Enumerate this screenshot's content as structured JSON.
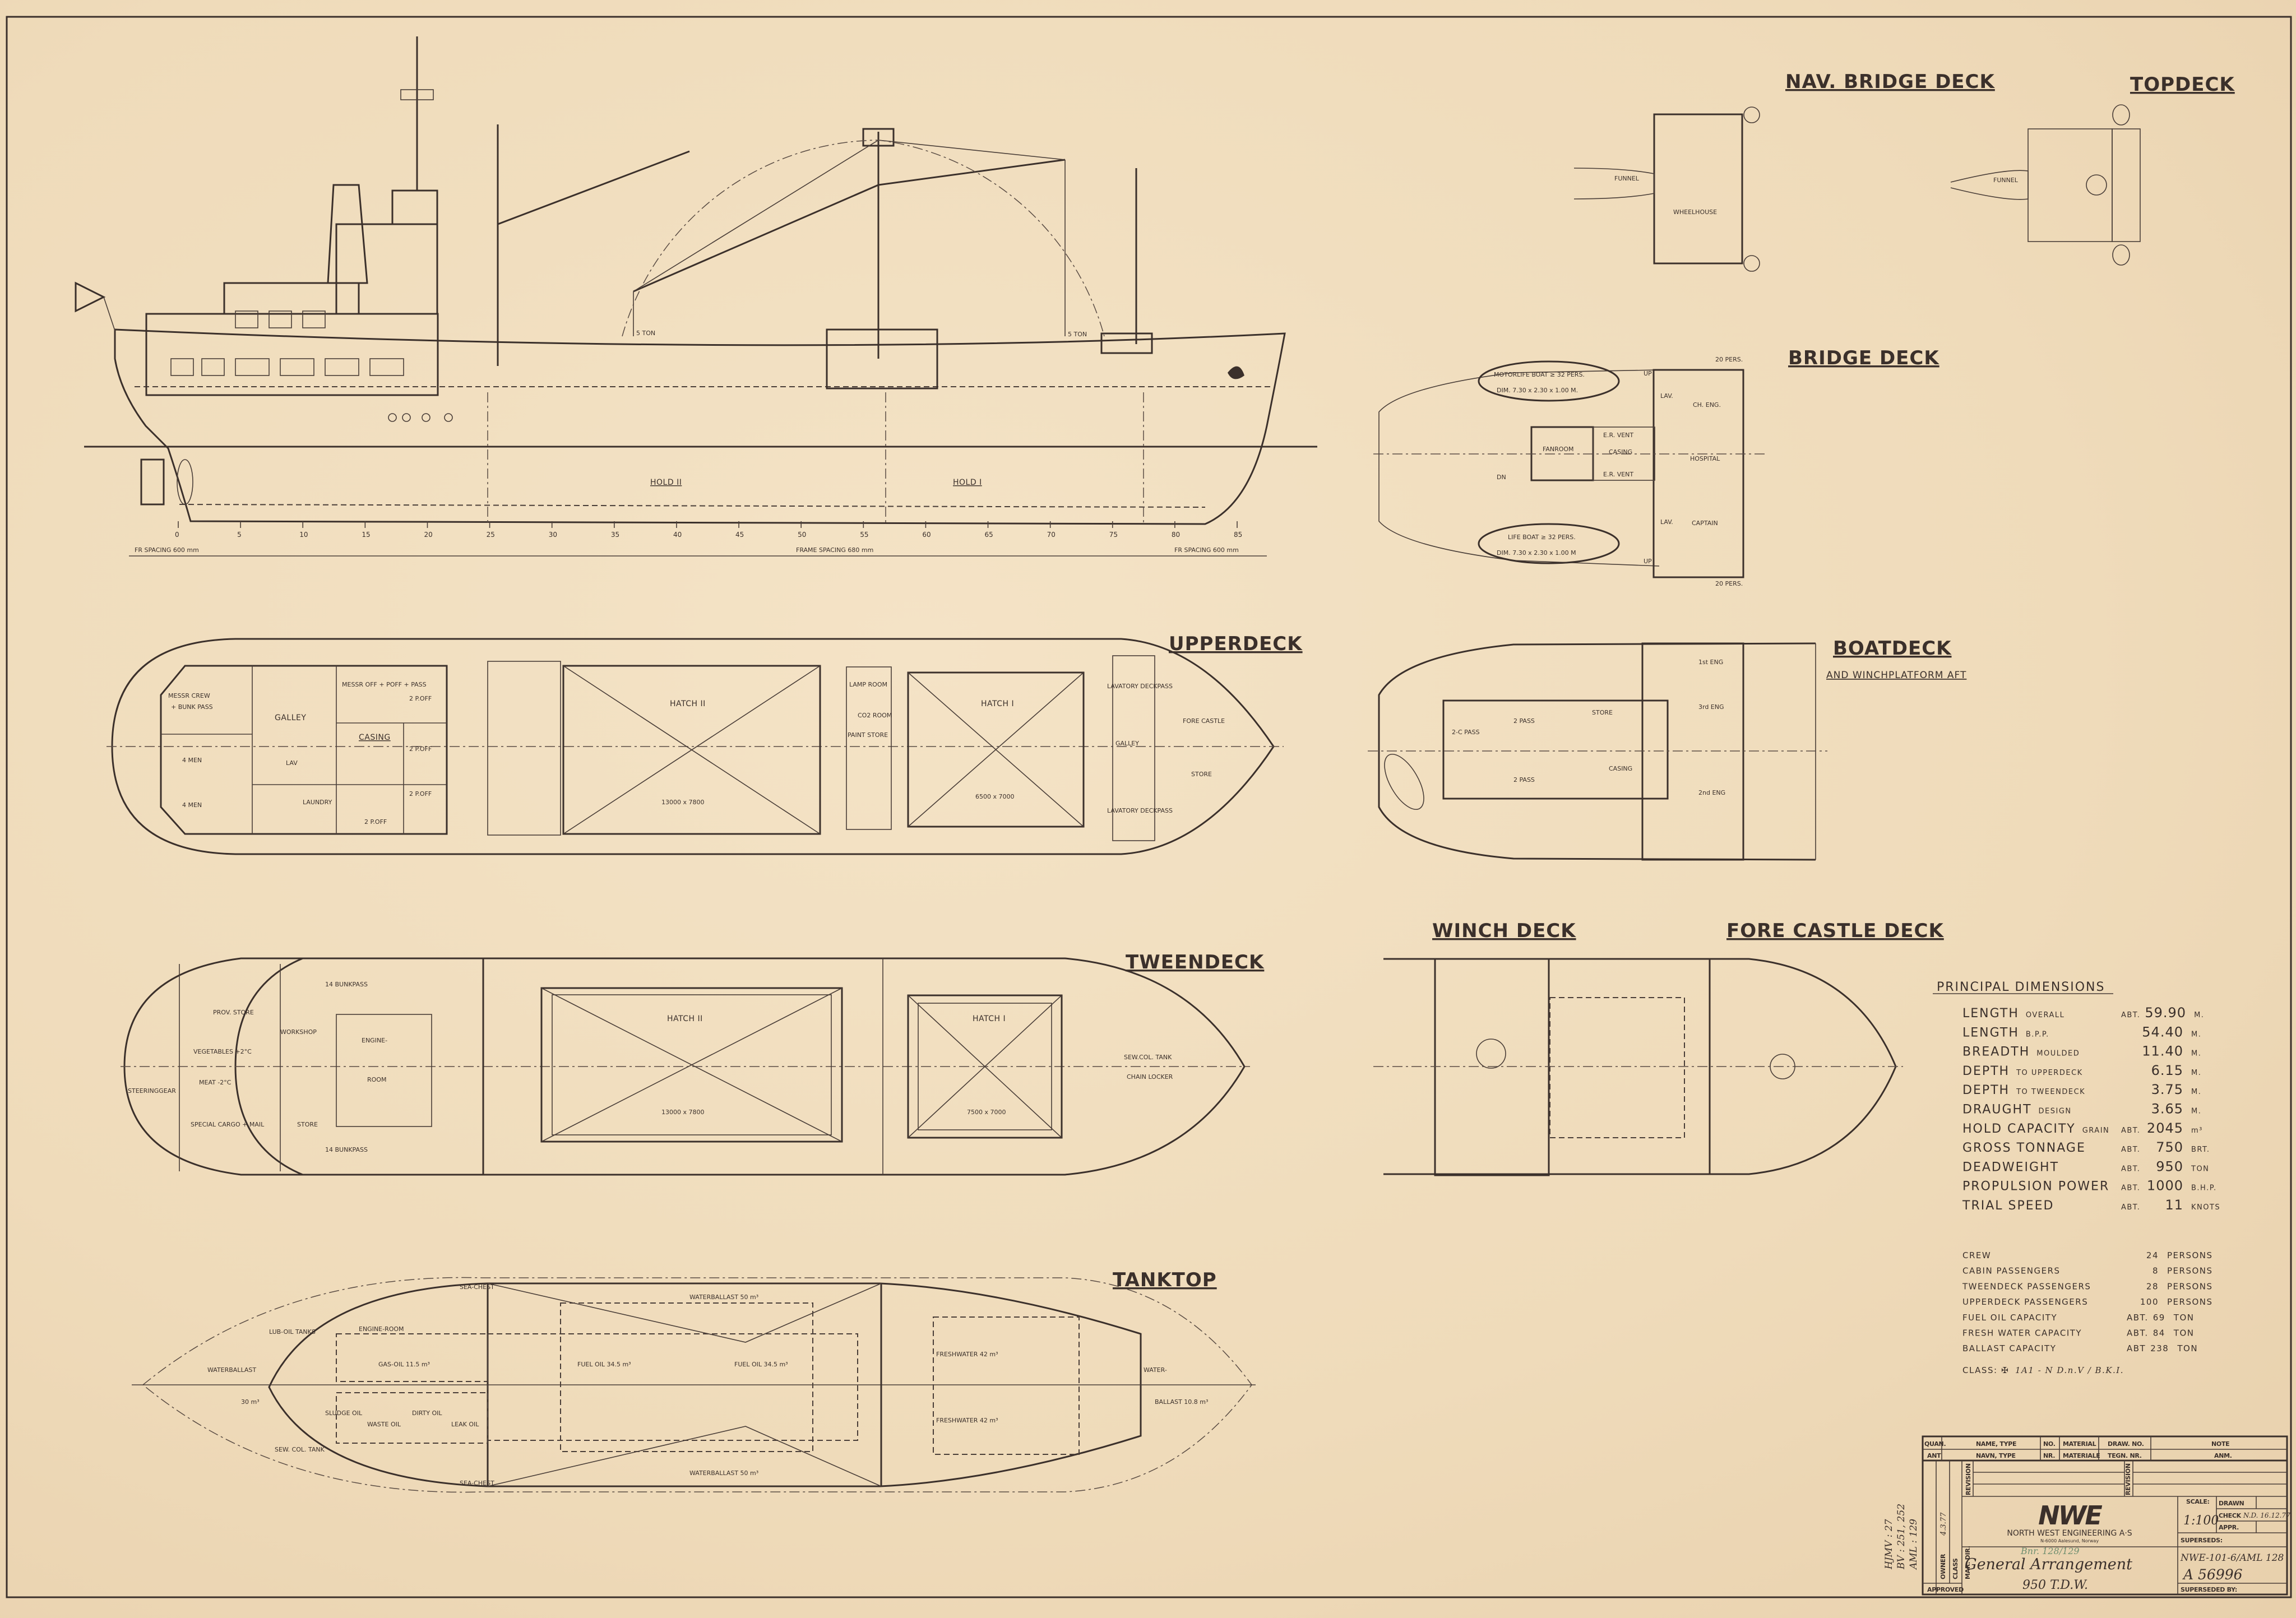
{
  "headings": {
    "nav_bridge_deck": "NAV. BRIDGE DECK",
    "topdeck": "TOPDECK",
    "bridge_deck": "BRIDGE DECK",
    "upperdeck": "UPPERDECK",
    "boatdeck": "BOATDECK",
    "boatdeck_sub": "AND WINCHPLATFORM AFT",
    "tweendeck": "TWEENDECK",
    "winch_deck": "WINCH DECK",
    "fore_castle_deck": "FORE CASTLE DECK",
    "tanktop": "TANKTOP"
  },
  "profile": {
    "hold_2": "HOLD II",
    "hold_1": "HOLD I",
    "frame_numbers": [
      "0",
      "5",
      "10",
      "15",
      "20",
      "25",
      "30",
      "35",
      "40",
      "45",
      "50",
      "55",
      "60",
      "65",
      "70",
      "75",
      "80",
      "85"
    ],
    "fr_spacing_aft": "FR SPACING 600 mm",
    "frame_spacing": "FRAME SPACING 680 mm",
    "fr_spacing_fwd": "FR SPACING 600 mm",
    "derrick_aft": "5 TON",
    "derrick_fwd": "5 TON"
  },
  "upperdeck": {
    "messr_crew": "MESSR CREW",
    "bunk_pass": "+ BUNK PASS",
    "galley": "GALLEY",
    "messr_off": "MESSR OFF + POFF + PASS",
    "casing": "CASING",
    "four_men_1": "4 MEN",
    "four_men_2": "4 MEN",
    "laundry": "LAUNDRY",
    "lav": "LAV",
    "two_p_off_1": "2 P.OFF",
    "two_p_off_2": "2 P.OFF",
    "two_p_off_3": "2 P.OFF",
    "two_p_off_4": "2 P.OFF",
    "hatch_2": "HATCH II",
    "hatch_2_dim": "13000 x 7800",
    "lamp_room": "LAMP ROOM",
    "co2_room": "CO2 ROOM",
    "paint_store": "PAINT STORE",
    "hatch_1": "HATCH I",
    "hatch_1_dim": "6500 x 7000",
    "lavatory_1": "LAVATORY DECKPASS",
    "lavatory_2": "LAVATORY DECKPASS",
    "galley_fwd": "GALLEY",
    "fore_castle": "FORE CASTLE",
    "store": "STORE"
  },
  "tweendeck": {
    "bunkpass_1": "14 BUNKPASS",
    "bunkpass_2": "14 BUNKPASS",
    "engine": "ENGINE-",
    "room": "ROOM",
    "workshop": "WORKSHOP",
    "prov_store": "PROV. STORE",
    "vegetables": "VEGETABLES +2°C",
    "meat": "MEAT -2°C",
    "steeringgear": "STEERINGGEAR",
    "special_cargo": "SPECIAL CARGO + MAIL",
    "store": "STORE",
    "hatch_2": "HATCH II",
    "hatch_2_dim": "13000 x 7800",
    "hatch_1": "HATCH I",
    "hatch_1_dim": "7500 x 7000",
    "sew_col_tank": "SEW.COL. TANK",
    "chain_locker": "CHAIN LOCKER"
  },
  "tanktop": {
    "waterballast_top": "WATERBALLAST 50 m³",
    "waterballast_bottom": "WATERBALLAST 50 m³",
    "waterballast_aft": "WATERBALLAST",
    "waterballast_aft_vol": "30 m³",
    "lub_oil": "LUB-OIL TANKS",
    "engine_room": "ENGINE-ROOM",
    "gas_oil": "GAS-OIL 11.5 m³",
    "fuel_oil_1": "FUEL OIL 34.5 m³",
    "fuel_oil_2": "FUEL OIL 34.5 m³",
    "freshwater_1": "FRESHWATER 42 m³",
    "freshwater_2": "FRESHWATER 42 m³",
    "water_fwd": "WATER-",
    "ballast_fwd": "BALLAST 10.8 m³",
    "sludge_oil": "SLUDGE OIL",
    "waste_oil": "WASTE OIL",
    "dirty_oil": "DIRTY OIL",
    "leak_oil": "LEAK OIL",
    "sew_col_tank": "SEW. COL. TANK",
    "sea_chest_1": "SEA-CHEST",
    "sea_chest_2": "SEA-CHEST"
  },
  "bridge_deck": {
    "motorlife_boat": "MOTORLIFE BOAT ≥ 32 PERS.",
    "motorlife_dim": "DIM. 7.30 x 2.30 x 1.00 M.",
    "life_boat": "LIFE BOAT ≥ 32 PERS.",
    "life_dim": "DIM. 7.30 x 2.30 x 1.00 M",
    "fanroom": "FANROOM",
    "casing": "CASING",
    "er_vent_1": "E.R. VENT",
    "er_vent_2": "E.R. VENT",
    "ch_eng": "CH. ENG.",
    "hospital": "HOSPITAL",
    "captain": "CAPTAIN",
    "lav_1": "LAV.",
    "lav_2": "LAV.",
    "up_1": "UP",
    "up_2": "UP",
    "dn": "DN",
    "raft_1": "20 PERS.",
    "raft_2": "20 PERS."
  },
  "boatdeck": {
    "two_c_pass": "2-C PASS",
    "two_pass_1": "2 PASS",
    "two_pass_2": "2 PASS",
    "store": "STORE",
    "casing": "CASING",
    "first_eng": "1st ENG",
    "third_eng": "3rd ENG",
    "second_eng": "2nd ENG"
  },
  "nav_bridge": {
    "wheelhouse": "WHEELHOUSE",
    "funnel": "FUNNEL"
  },
  "topdeck": {
    "funnel": "FUNNEL"
  },
  "principal_dimensions": {
    "title": "PRINCIPAL DIMENSIONS",
    "rows": [
      {
        "label": "LENGTH",
        "sub": "OVERALL",
        "abt": "ABT.",
        "value": "59.90",
        "unit": "M."
      },
      {
        "label": "LENGTH",
        "sub": "B.P.P.",
        "abt": "",
        "value": "54.40",
        "unit": "M."
      },
      {
        "label": "BREADTH",
        "sub": "MOULDED",
        "abt": "",
        "value": "11.40",
        "unit": "M."
      },
      {
        "label": "DEPTH",
        "sub": "TO UPPERDECK",
        "abt": "",
        "value": "6.15",
        "unit": "M."
      },
      {
        "label": "DEPTH",
        "sub": "TO TWEENDECK",
        "abt": "",
        "value": "3.75",
        "unit": "M."
      },
      {
        "label": "DRAUGHT",
        "sub": "DESIGN",
        "abt": "",
        "value": "3.65",
        "unit": "M."
      },
      {
        "label": "HOLD CAPACITY",
        "sub": "GRAIN",
        "abt": "ABT.",
        "value": "2045",
        "unit": "m³"
      },
      {
        "label": "GROSS TONNAGE",
        "sub": "",
        "abt": "ABT.",
        "value": "750",
        "unit": "BRT."
      },
      {
        "label": "DEADWEIGHT",
        "sub": "",
        "abt": "ABT.",
        "value": "950",
        "unit": "TON"
      },
      {
        "label": "PROPULSION POWER",
        "sub": "",
        "abt": "ABT.",
        "value": "1000",
        "unit": "B.H.P."
      },
      {
        "label": "TRIAL SPEED",
        "sub": "",
        "abt": "ABT.",
        "value": "11",
        "unit": "KNOTS"
      }
    ],
    "capacities": [
      {
        "label": "CREW",
        "abt": "",
        "value": "24",
        "unit": "PERSONS"
      },
      {
        "label": "CABIN PASSENGERS",
        "abt": "",
        "value": "8",
        "unit": "PERSONS"
      },
      {
        "label": "TWEENDECK PASSENGERS",
        "abt": "",
        "value": "28",
        "unit": "PERSONS"
      },
      {
        "label": "UPPERDECK PASSENGERS",
        "abt": "",
        "value": "100",
        "unit": "PERSONS"
      },
      {
        "label": "FUEL OIL CAPACITY",
        "abt": "ABT.",
        "value": "69",
        "unit": "TON"
      },
      {
        "label": "FRESH WATER CAPACITY",
        "abt": "ABT.",
        "value": "84",
        "unit": "TON"
      },
      {
        "label": "BALLAST CAPACITY",
        "abt": "ABT",
        "value": "238",
        "unit": "TON"
      }
    ],
    "class": {
      "label": "CLASS:",
      "value": "1A1 - N   D.n.V / B.K.I."
    }
  },
  "title_block": {
    "headers_en": {
      "quan": "QUAN.",
      "name_type": "NAME, TYPE",
      "no": "NO.",
      "material": "MATERIAL",
      "draw_no": "DRAW. NO.",
      "note": "NOTE"
    },
    "headers_no": {
      "quan": "ANT",
      "name_type": "NAVN, TYPE",
      "no": "NR.",
      "material": "MATERIALE",
      "draw_no": "TEGN. NR.",
      "note": "ANM."
    },
    "revision": "REVISION",
    "logo": "NWE",
    "company": "NORTH WEST ENGINEERING A·S",
    "address": "N-6000 Aalesund, Norway",
    "bnr": "Bnr. 128/129",
    "title": "General Arrangement",
    "subtitle": "950 T.D.W.",
    "scale_label": "SCALE:",
    "scale": "1:100",
    "drawn": "DRAWN",
    "check": "CHECK",
    "check_value": "N.D. 16.12.77",
    "appr": "APPR.",
    "superseds": "SUPERSEDS:",
    "drawing_ref": "NWE-101-6/AML 128",
    "drawing_no": "A 56996",
    "superseded_by": "SUPERSEDED BY:",
    "owner": "OWNER",
    "class": "CLASS",
    "mar_dir": "MAR. DIR.",
    "approved": "APPROVED",
    "date": "4.3.77",
    "side_notes": [
      "HJMV : 27",
      "BV : 251, 252",
      "AML : 129"
    ]
  }
}
